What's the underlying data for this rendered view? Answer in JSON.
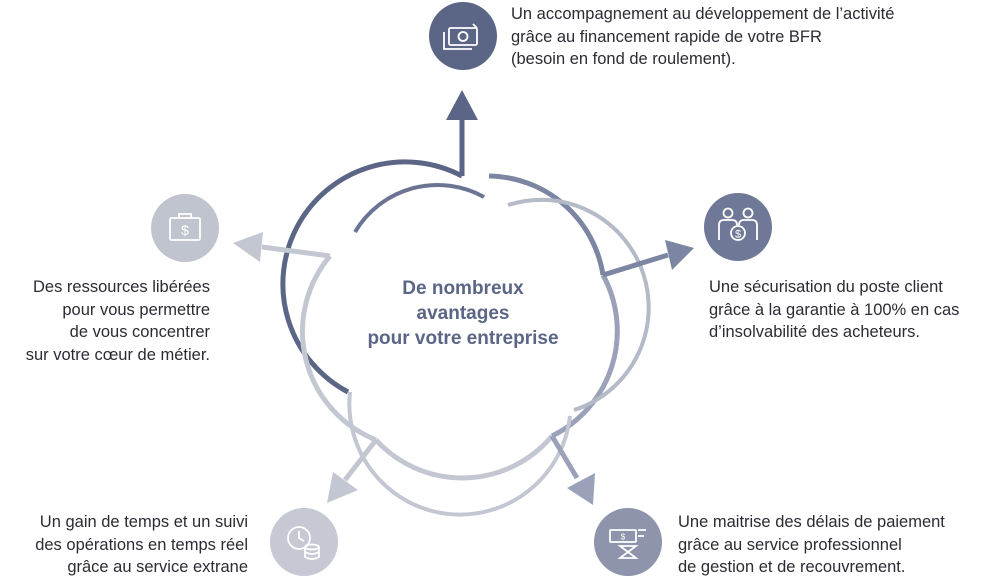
{
  "center": {
    "line1": "De nombreux",
    "line2": "avantages",
    "line3": "pour votre entreprise"
  },
  "benefits": {
    "top": {
      "icon": "cash-money-icon",
      "lines": [
        "Un accompagnement au développement de l’activité",
        "grâce au financement rapide de votre BFR",
        "(besoin en fond de roulement)."
      ]
    },
    "right": {
      "icon": "people-security-icon",
      "lines": [
        "Une sécurisation du poste client",
        "grâce à la garantie à 100% en cas",
        "d’insolvabilité des acheteurs."
      ]
    },
    "bottom_right": {
      "icon": "payment-hourglass-icon",
      "lines": [
        "Une maitrise des délais de paiement",
        "grâce au service professionnel",
        "de gestion et de recouvrement."
      ]
    },
    "bottom_left": {
      "icon": "clock-database-icon",
      "lines": [
        "Un gain de temps et un suivi",
        "des opérations en temps réel",
        "grâce au service extrane"
      ]
    },
    "left": {
      "icon": "briefcase-dollar-icon",
      "lines": [
        "Des ressources libérées",
        "pour vous permettre",
        "de vous concentrer",
        "sur votre cœur de métier."
      ]
    }
  },
  "colors": {
    "dark": "#5b6586",
    "mid": "#7c85a2",
    "light": "#c3c7d2",
    "text": "#2b2b33"
  }
}
